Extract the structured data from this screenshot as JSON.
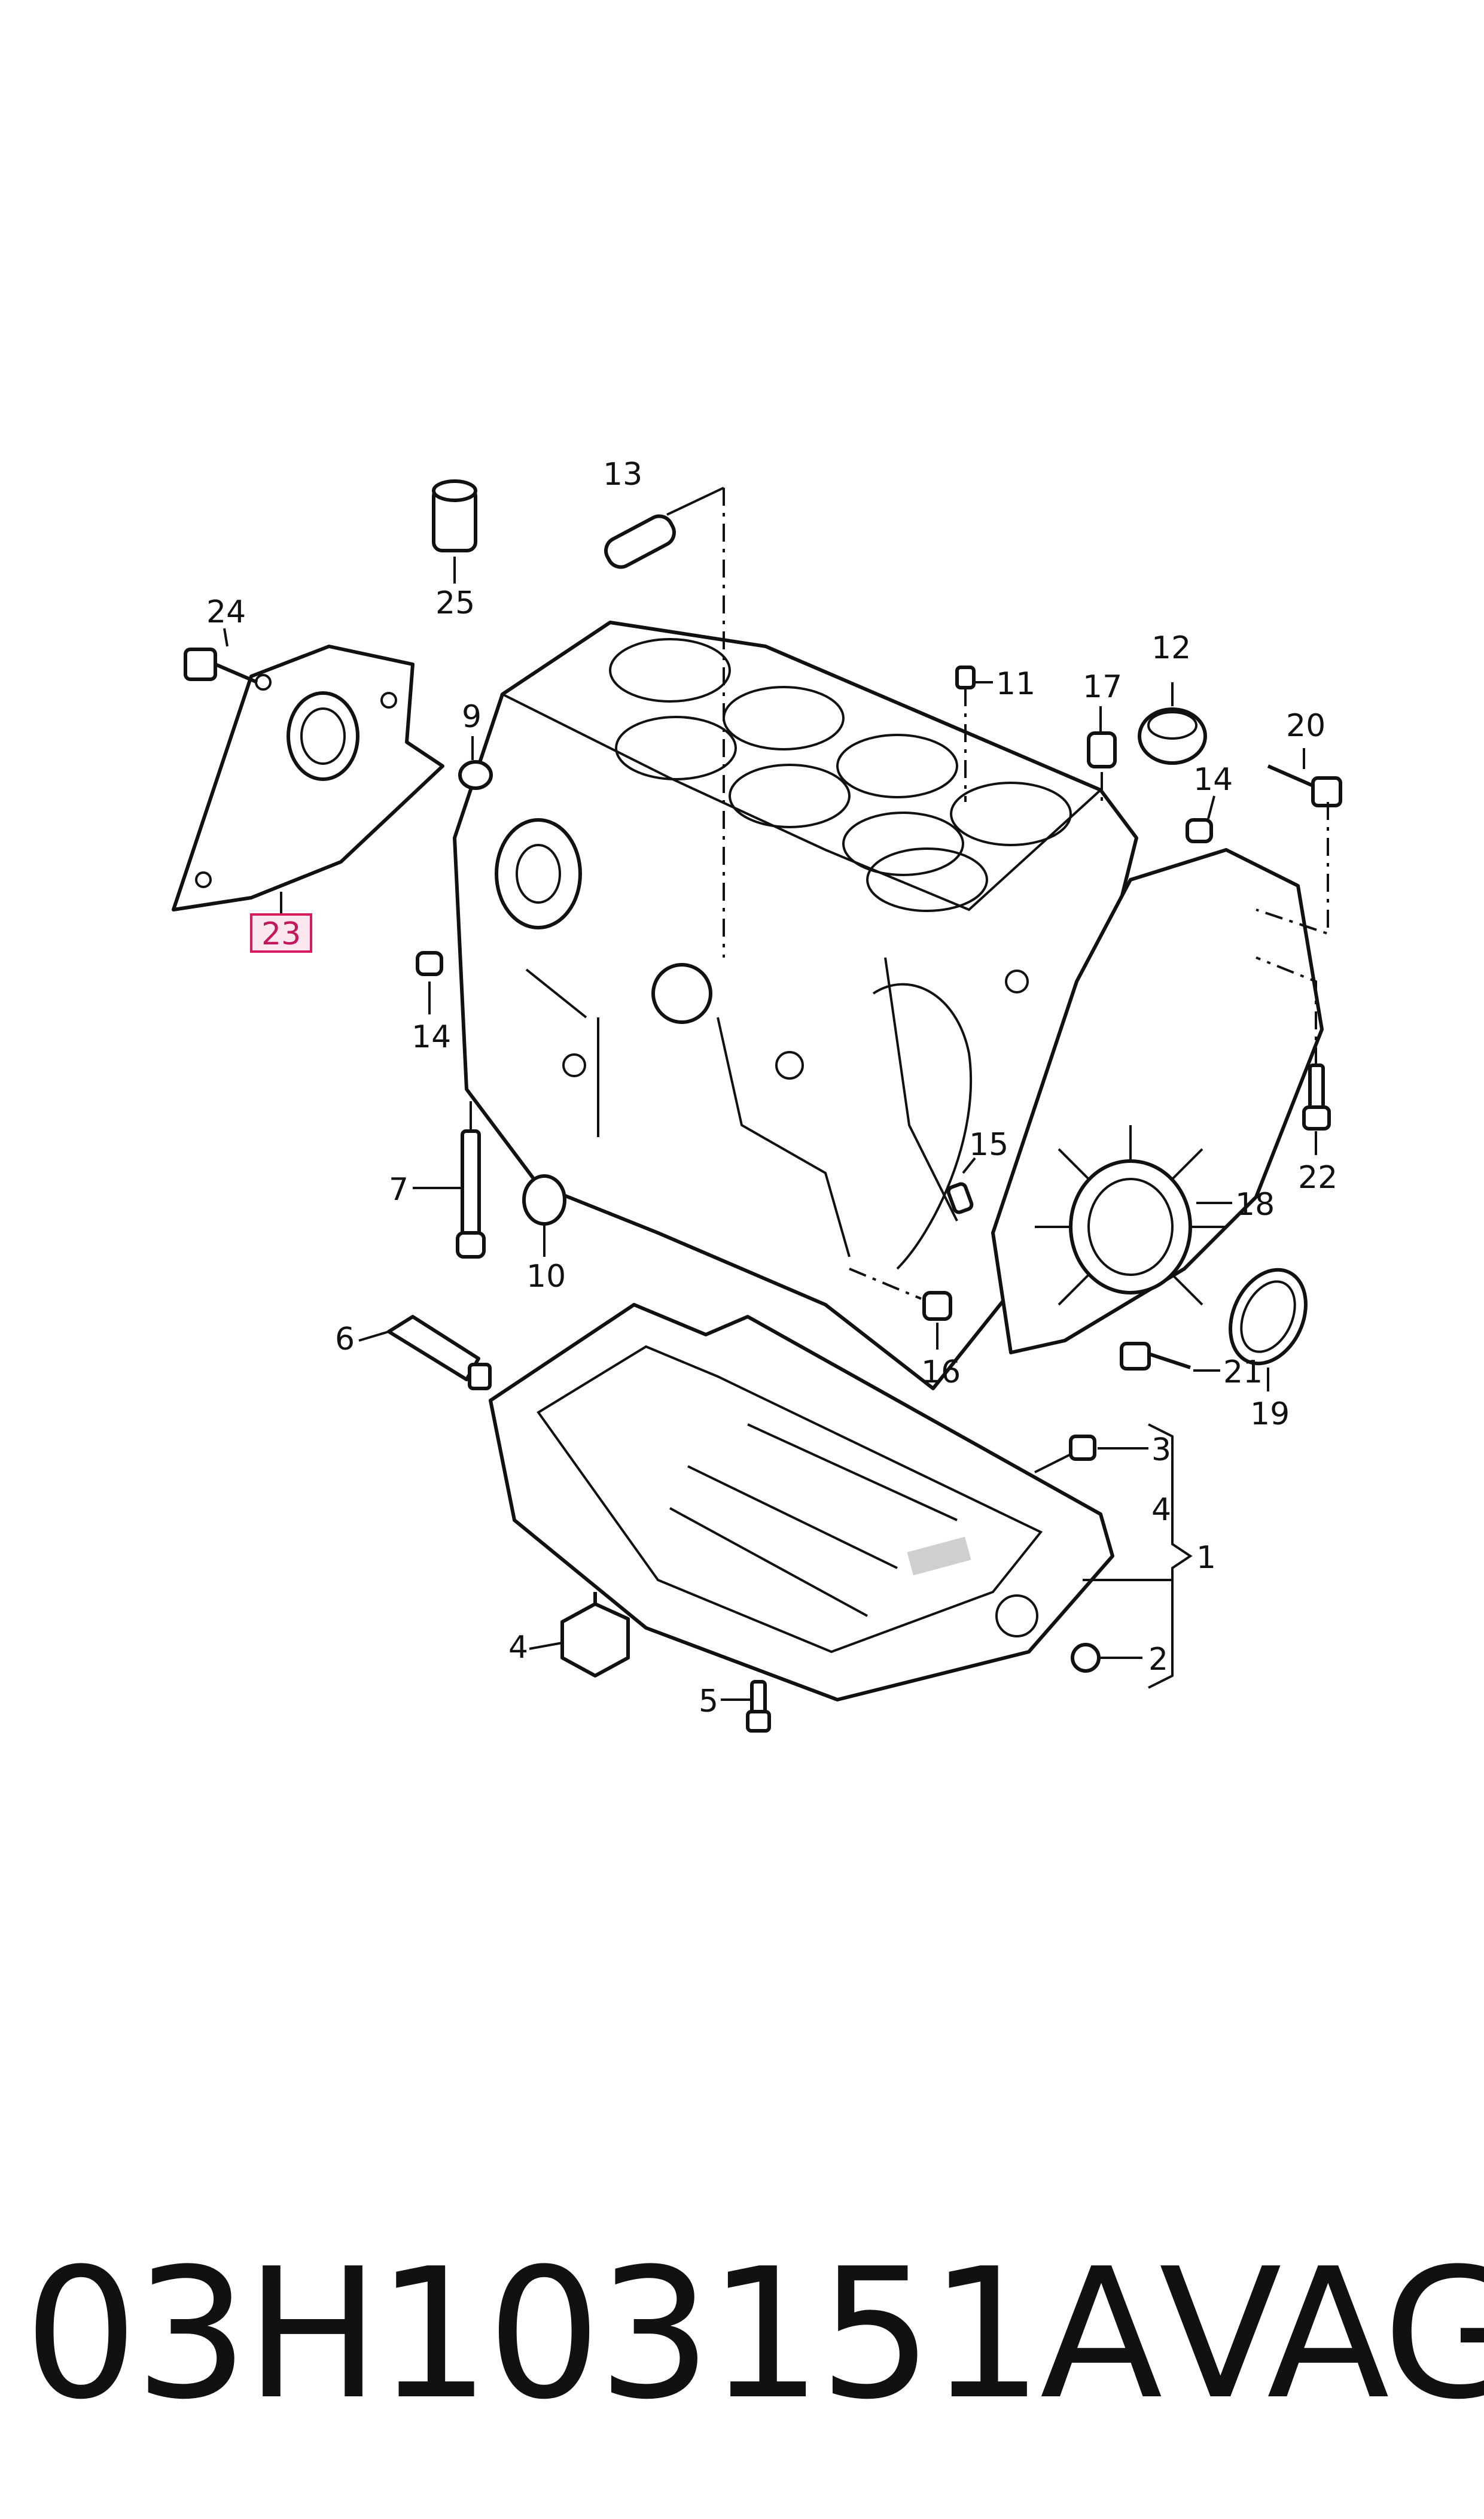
{
  "diagram": {
    "callouts": {
      "c1": "1",
      "c2": "2",
      "c3": "3",
      "c4a": "4",
      "c4b": "4",
      "c5": "5",
      "c6": "6",
      "c7": "7",
      "c9": "9",
      "c10": "10",
      "c11": "11",
      "c12": "12",
      "c13": "13",
      "c14a": "14",
      "c14b": "14",
      "c15": "15",
      "c16": "16",
      "c17": "17",
      "c18": "18",
      "c19": "19",
      "c20": "20",
      "c21": "21",
      "c22": "22",
      "c23": "23",
      "c24": "24",
      "c25": "25"
    },
    "highlighted_callout": "23",
    "highlight_color": "#d81b60"
  },
  "caption": {
    "part_number": "03H103151A",
    "brand": "VAG"
  }
}
